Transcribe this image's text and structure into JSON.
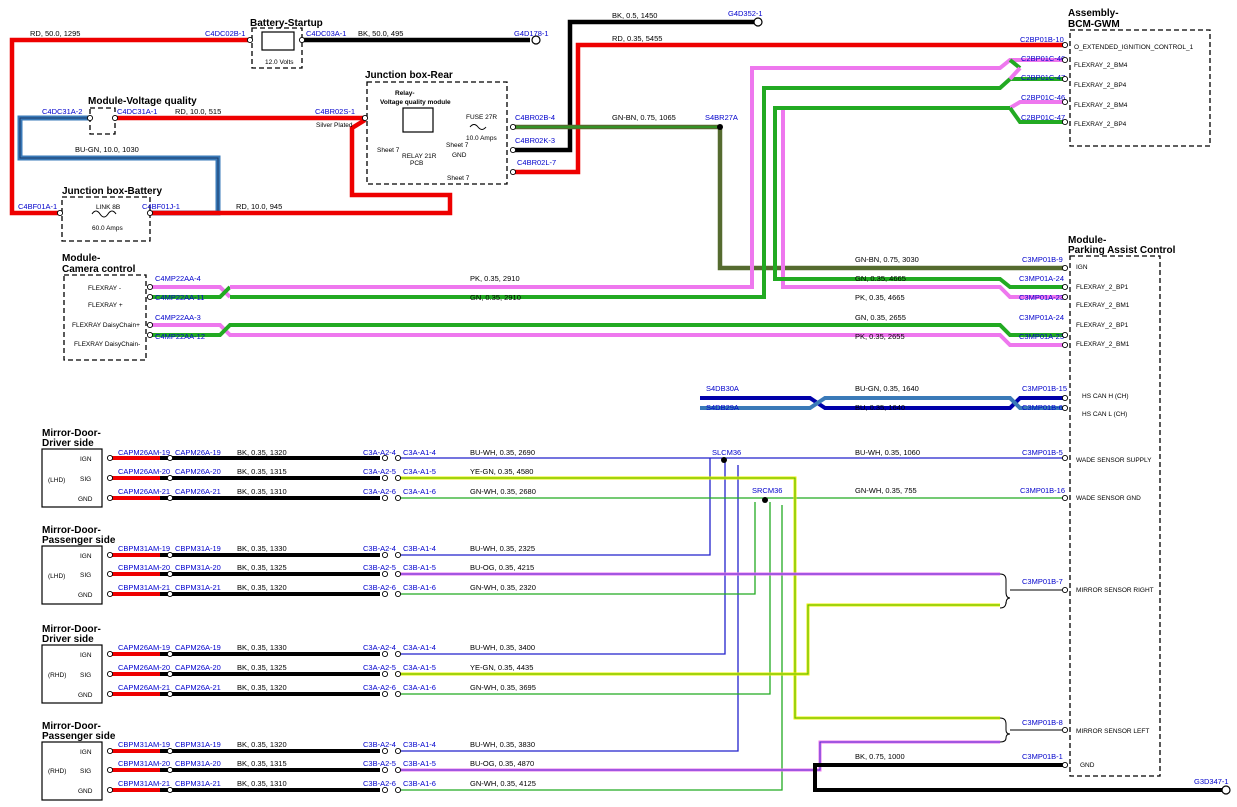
{
  "components": {
    "battery": {
      "title": "Battery-Startup",
      "rating": "12.0 Volts"
    },
    "voltage_quality": {
      "title": "Module-Voltage quality"
    },
    "jb_battery": {
      "title": "Junction box-Battery",
      "link": "LINK 8B",
      "amps": "60.0 Amps"
    },
    "jb_rear": {
      "title": "Junction box-Rear",
      "relay_title_1": "Relay-",
      "relay_title_2": "Voltage quality module",
      "fuse": "FUSE 27R",
      "fuse_amps": "10.0 Amps",
      "relay_label_1": "RELAY 21R",
      "relay_label_2": "PCB",
      "sheet_a": "Sheet 7",
      "sheet_b": "Sheet 7",
      "sheet_c": "Sheet 7",
      "gnd": "GND",
      "silver": "Silver Plated"
    },
    "bcm": {
      "title_1": "Assembly-",
      "title_2": "BCM-GWM",
      "pins": [
        "O_EXTENDED_IGNITION_CONTROL_1",
        "FLEXRAY_2_BM4",
        "FLEXRAY_2_BP4",
        "FLEXRAY_2_BM4",
        "FLEXRAY_2_BP4"
      ]
    },
    "camera": {
      "title_1": "Module-",
      "title_2": "Camera control",
      "pins": [
        "FLEXRAY -",
        "FLEXRAY +",
        "FLEXRAY DaisyChain+",
        "FLEXRAY DaisyChain-"
      ]
    },
    "pac": {
      "title_1": "Module-",
      "title_2": "Parking Assist Control",
      "pins": [
        "IGN",
        "FLEXRAY_2_BP1",
        "FLEXRAY_2_BM1",
        "FLEXRAY_2_BP1",
        "FLEXRAY_2_BM1",
        "HS CAN H (CH)",
        "HS CAN L (CH)",
        "WADE SENSOR SUPPLY",
        "WADE SENSOR GND",
        "MIRROR SENSOR RIGHT",
        "MIRROR SENSOR LEFT",
        "GND"
      ]
    },
    "mirrors": [
      {
        "t1": "Mirror-Door-",
        "t2": "Driver side",
        "side": "(LHD)",
        "pins": [
          "IGN",
          "SIG",
          "GND"
        ]
      },
      {
        "t1": "Mirror-Door-",
        "t2": "Passenger side",
        "side": "(LHD)",
        "pins": [
          "IGN",
          "SIG",
          "GND"
        ]
      },
      {
        "t1": "Mirror-Door-",
        "t2": "Driver side",
        "side": "(RHD)",
        "pins": [
          "IGN",
          "SIG",
          "GND"
        ]
      },
      {
        "t1": "Mirror-Door-",
        "t2": "Passenger side",
        "side": "(RHD)",
        "pins": [
          "IGN",
          "SIG",
          "GND"
        ]
      }
    ]
  },
  "connectors": {
    "c4dc02b": "C4DC02B-1",
    "c4dc03a": "C4DC03A-1",
    "g4d178": "G4D178-1",
    "g4d352": "G4D352-1",
    "c4dc31a2": "C4DC31A-2",
    "c4dc31a1": "C4DC31A-1",
    "c4br02s": "C4BR02S-1",
    "c4br02b": "C4BR02B-4",
    "c4br02k": "C4BR02K-3",
    "c4br02l": "C4BR02L-7",
    "s4br27a": "S4BR27A",
    "c4bf01a": "C4BF01A-1",
    "c4bf01j": "C4BF01J-1",
    "c2bp01b10": "C2BP01B-10",
    "c2bp01c46a": "C2BP01C-46",
    "c2bp01c47a": "C2BP01C-47",
    "c2bp01c46b": "C2BP01C-46",
    "c2bp01c47b": "C2BP01C-47",
    "c4mp22aa4": "C4MP22AA-4",
    "c4mp22aa11": "C4MP22AA-11",
    "c4mp22aa3": "C4MP22AA-3",
    "c4mp22aa12": "C4MP22AA-12",
    "c3mp01b9": "C3MP01B-9",
    "c3mp01a24a": "C3MP01A-24",
    "c3mp01a23a": "C3MP01A-23",
    "c3mp01a24b": "C3MP01A-24",
    "c3mp01a23b": "C3MP01A-23",
    "s4db30a": "S4DB30A",
    "s4db29a": "S4DB29A",
    "c3mp01b15": "C3MP01B-15",
    "c3mp01b6": "C3MP01B-6",
    "slcm36": "SLCM36",
    "srcm36": "SRCM36",
    "c3mp01b5": "C3MP01B-5",
    "c3mp01b16": "C3MP01B-16",
    "c3mp01b7": "C3MP01B-7",
    "c3mp01b8": "C3MP01B-8",
    "c3mp01b1": "C3MP01B-1",
    "g3d347": "G3D347-1"
  },
  "wires": {
    "w1295": "RD, 50.0, 1295",
    "w495": "BK, 50.0, 495",
    "w1450": "BK, 0.5, 1450",
    "w5455": "RD, 0.35, 5455",
    "w515": "RD, 10.0, 515",
    "w1030": "BU-GN, 10.0, 1030",
    "w945": "RD, 10.0, 945",
    "w1065": "GN-BN, 0.75, 1065",
    "w2910pk": "PK, 0.35, 2910",
    "w2910gn": "GN, 0.35, 2910",
    "w3030": "GN-BN, 0.75, 3030",
    "w4665gn": "GN, 0.35, 4665",
    "w4665pk": "PK, 0.35, 4665",
    "w2655gn": "GN, 0.35, 2655",
    "w2655pk": "PK, 0.35, 2655",
    "w1640a": "BU-GN, 0.35, 1640",
    "w1640b": "BU, 0.35, 1640",
    "w1060": "BU-WH, 0.35, 1060",
    "w755": "GN-WH, 0.35, 755",
    "w1000": "BK, 0.75, 1000"
  },
  "mirror_rows": [
    {
      "conn_a": [
        "CAPM26AM-19",
        "CAPM26AM-20",
        "CAPM26AM-21"
      ],
      "conn_b": [
        "CAPM26A-19",
        "CAPM26A-20",
        "CAPM26A-21"
      ],
      "wire_bk": [
        "BK, 0.35, 1320",
        "BK, 0.35, 1315",
        "BK, 0.35, 1310"
      ],
      "conn_c": [
        "C3A-A2-4",
        "C3A-A2-5",
        "C3A-A2-6"
      ],
      "conn_d": [
        "C3A-A1-4",
        "C3A-A1-5",
        "C3A-A1-6"
      ],
      "wire_out": [
        "BU-WH, 0.35, 2690",
        "YE-GN, 0.35, 4580",
        "GN-WH, 0.35, 2680"
      ]
    },
    {
      "conn_a": [
        "CBPM31AM-19",
        "CBPM31AM-20",
        "CBPM31AM-21"
      ],
      "conn_b": [
        "CBPM31A-19",
        "CBPM31A-20",
        "CBPM31A-21"
      ],
      "wire_bk": [
        "BK, 0.35, 1330",
        "BK, 0.35, 1325",
        "BK, 0.35, 1320"
      ],
      "conn_c": [
        "C3B-A2-4",
        "C3B-A2-5",
        "C3B-A2-6"
      ],
      "conn_d": [
        "C3B-A1-4",
        "C3B-A1-5",
        "C3B-A1-6"
      ],
      "wire_out": [
        "BU-WH, 0.35, 2325",
        "BU-OG, 0.35, 4215",
        "GN-WH, 0.35, 2320"
      ]
    },
    {
      "conn_a": [
        "CAPM26AM-19",
        "CAPM26AM-20",
        "CAPM26AM-21"
      ],
      "conn_b": [
        "CAPM26A-19",
        "CAPM26A-20",
        "CAPM26A-21"
      ],
      "wire_bk": [
        "BK, 0.35, 1330",
        "BK, 0.35, 1325",
        "BK, 0.35, 1320"
      ],
      "conn_c": [
        "C3A-A2-4",
        "C3A-A2-5",
        "C3A-A2-6"
      ],
      "conn_d": [
        "C3A-A1-4",
        "C3A-A1-5",
        "C3A-A1-6"
      ],
      "wire_out": [
        "BU-WH, 0.35, 3400",
        "YE-GN, 0.35, 4435",
        "GN-WH, 0.35, 3695"
      ]
    },
    {
      "conn_a": [
        "CBPM31AM-19",
        "CBPM31AM-20",
        "CBPM31AM-21"
      ],
      "conn_b": [
        "CBPM31A-19",
        "CBPM31A-20",
        "CBPM31A-21"
      ],
      "wire_bk": [
        "BK, 0.35, 1320",
        "BK, 0.35, 1315",
        "BK, 0.35, 1310"
      ],
      "conn_c": [
        "C3B-A2-4",
        "C3B-A2-5",
        "C3B-A2-6"
      ],
      "conn_d": [
        "C3B-A1-4",
        "C3B-A1-5",
        "C3B-A1-6"
      ],
      "wire_out": [
        "BU-WH, 0.35, 3830",
        "BU-OG, 0.35, 4870",
        "GN-WH, 0.35, 4125"
      ]
    }
  ],
  "colors": {
    "red": "#ee0000",
    "black": "#000000",
    "green": "#22aa22",
    "pink": "#ee77ee",
    "blue": "#0000cc",
    "olive": "#556b2f",
    "yellow": "#eeee00",
    "teal": "#3a7ab8"
  }
}
